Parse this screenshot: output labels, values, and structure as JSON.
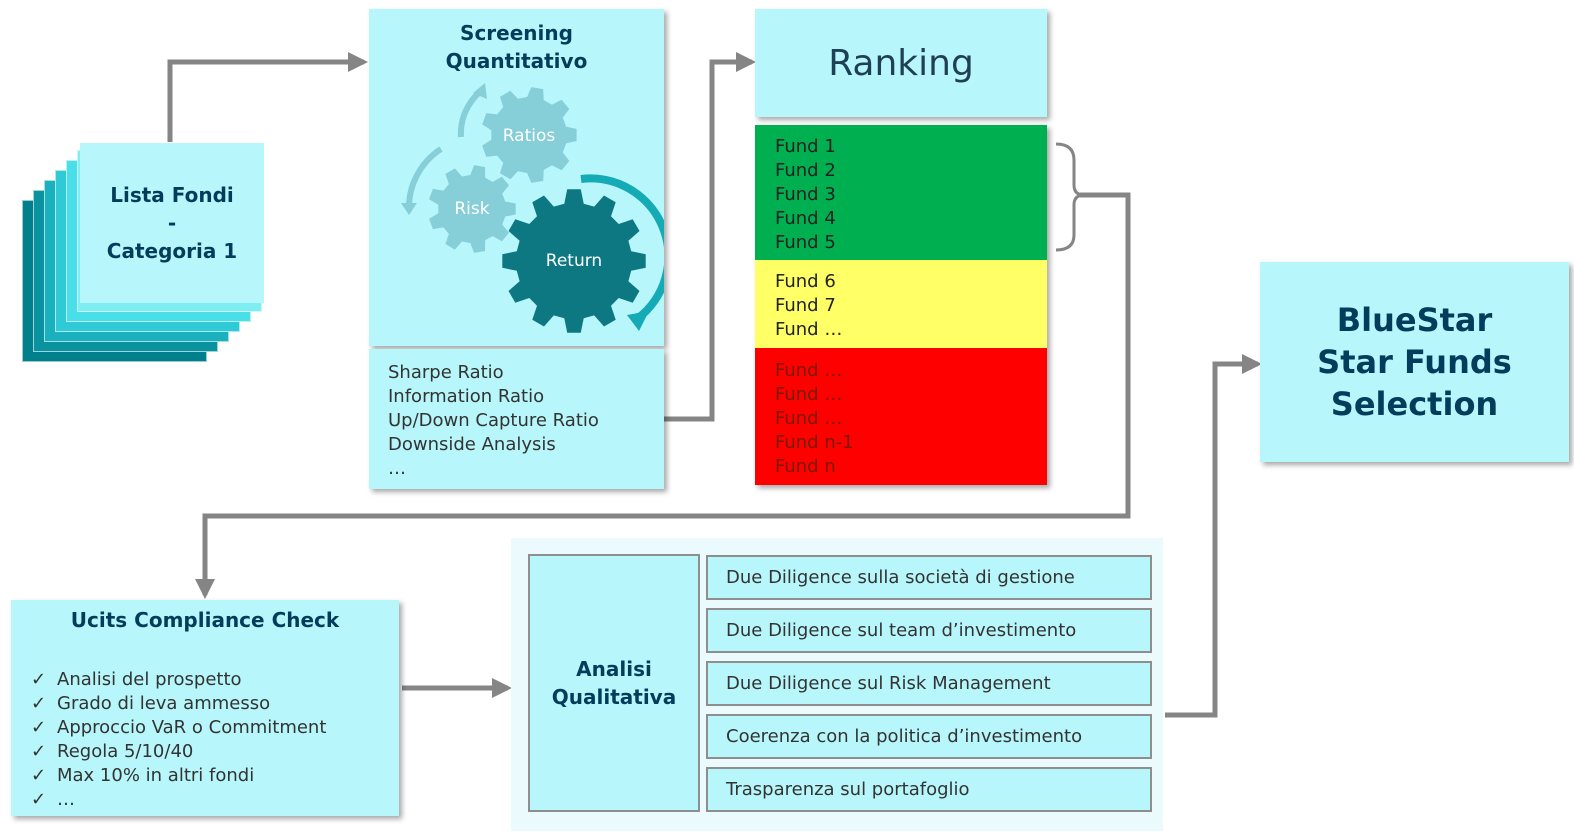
{
  "lista_fondi": {
    "line1": "Lista Fondi",
    "line2": "-",
    "line3": "Categoria 1"
  },
  "screening": {
    "title_line1": "Screening",
    "title_line2": "Quantitativo",
    "gears": {
      "ratios": "Ratios",
      "risk": "Risk",
      "return": "Return"
    },
    "metrics": [
      "Sharpe Ratio",
      "Information Ratio",
      "Up/Down Capture Ratio",
      "Downside Analysis",
      "…"
    ]
  },
  "ranking": {
    "title": "Ranking",
    "green_funds": [
      "Fund 1",
      "Fund 2",
      "Fund 3",
      "Fund 4",
      "Fund 5"
    ],
    "yellow_funds": [
      "Fund 6",
      "Fund 7",
      "Fund …"
    ],
    "red_funds": [
      "Fund …",
      "Fund …",
      "Fund …",
      "Fund n-1",
      "Fund n"
    ]
  },
  "bluestar": {
    "line1": "BlueStar",
    "line2": "Star Funds",
    "line3": "Selection"
  },
  "ucits": {
    "title": "Ucits Compliance Check",
    "check_mark": "✓",
    "items": [
      "Analisi del prospetto",
      "Grado di leva ammesso",
      "Approccio VaR o Commitment",
      "Regola 5/10/40",
      "Max 10% in altri fondi",
      "…"
    ]
  },
  "analisi": {
    "title_line1": "Analisi",
    "title_line2": "Qualitativa",
    "items": [
      "Due Diligence sulla società di gestione",
      "Due Diligence sul team d’investimento",
      "Due Diligence sul Risk Management",
      "Coerenza con la politica d’investimento",
      "Trasparenza sul portafoglio"
    ]
  },
  "colors": {
    "box_fill": "#b7f6fa",
    "stack_dark": "#00808c",
    "green": "#00b050",
    "yellow": "#ffff66",
    "red": "#ff0000",
    "gear_light": "#86cfd8",
    "gear_dark": "#0e7882",
    "arrow_gray": "#858585",
    "title_blue": "#003e5c"
  }
}
